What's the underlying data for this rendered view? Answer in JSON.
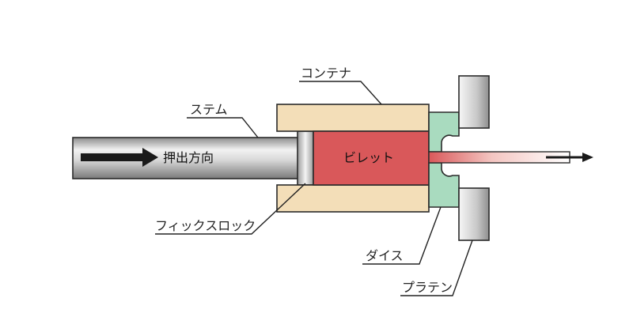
{
  "labels": {
    "container": "コンテナ",
    "stem": "ステム",
    "push_direction": "押出方向",
    "billet": "ビレット",
    "fixed_lock": "フィックスロック",
    "die": "ダイス",
    "platen": "プラテン"
  },
  "colors": {
    "container": "#F3DEB8",
    "billet": "#D9585A",
    "die": "#A9DBBF",
    "stem_light": "#F4F4F4",
    "stem_dark": "#8A8A8A",
    "arrow": "#1A1A1A",
    "extrudate_start": "#D9585A",
    "extrudate_end": "#FFFFFF"
  }
}
